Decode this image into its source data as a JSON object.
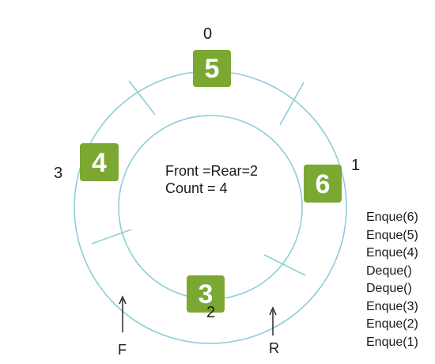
{
  "ring": {
    "stroke": "#8fcdd8",
    "tile_color": "#7aa832",
    "tile_text_color": "#ffffff"
  },
  "indices": {
    "top": "0",
    "right": "1",
    "bottom": "2",
    "left": "3"
  },
  "tiles": {
    "top": "5",
    "right": "6",
    "bottom": "3",
    "left": "4"
  },
  "center": {
    "line1": "Front =Rear=2",
    "line2": "Count = 4"
  },
  "pointers": {
    "front": "F",
    "rear": "R"
  },
  "operations": [
    "Enque(6)",
    "Enque(5)",
    "Enque(4)",
    "Deque()",
    "Deque()",
    "Enque(3)",
    "Enque(2)",
    "Enque(1)"
  ]
}
